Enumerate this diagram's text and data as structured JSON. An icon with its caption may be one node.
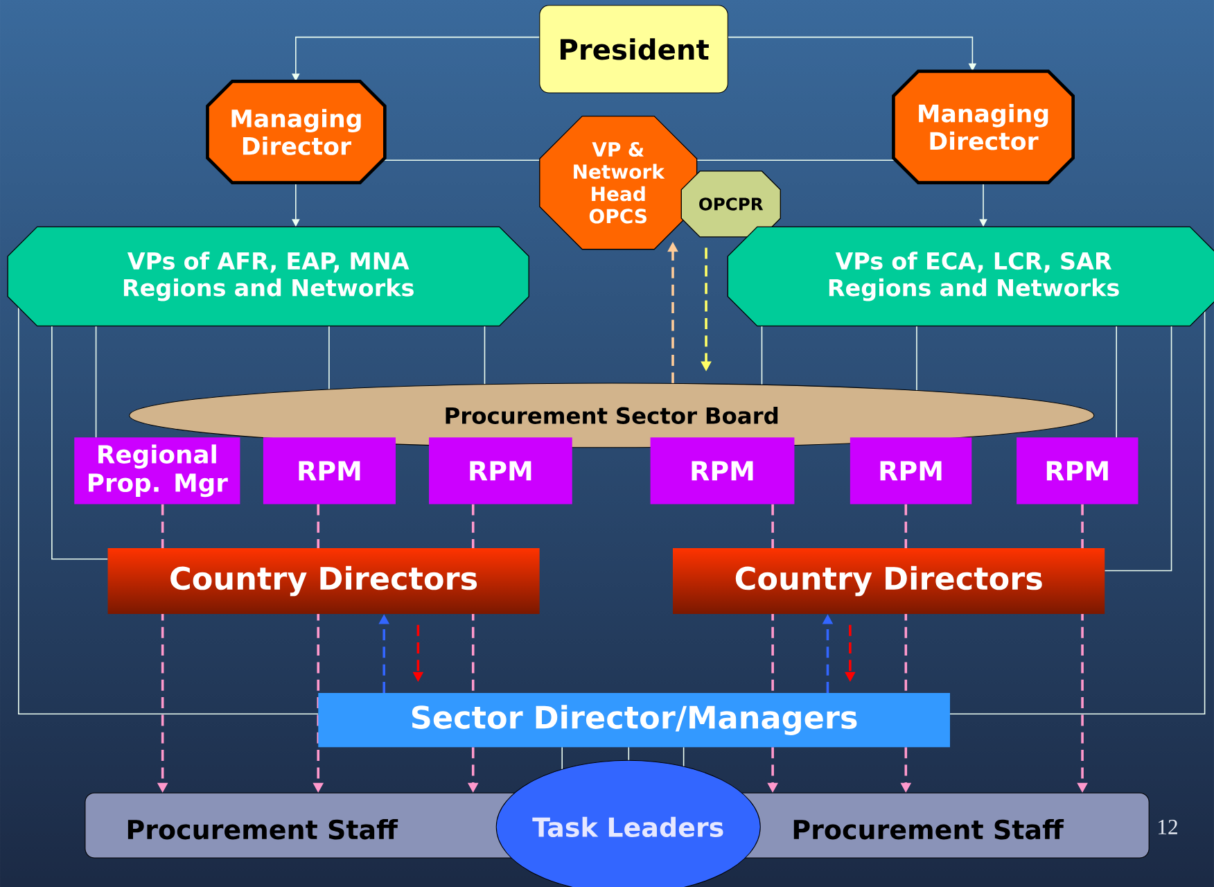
{
  "diagram": {
    "nodes": [
      {
        "text": [
          "President"
        ]
      },
      {
        "text": [
          "Managing Director"
        ]
      },
      {
        "text": [
          "Managing Director"
        ]
      },
      {
        "text": [
          "VP & Network Head OPCS"
        ]
      },
      {
        "text": [
          "OPCPR"
        ]
      },
      {
        "text": [
          "VPs of AFR, EAP, MNA Regions and Networks"
        ]
      },
      {
        "text": [
          "VPs of ECA, LCR, SAR Regions and Networks"
        ]
      },
      {
        "text": [
          "Procurement Sector Board"
        ]
      },
      {
        "text": [
          "Regional Prop. Mgr"
        ]
      },
      {
        "text": [
          "RPM"
        ]
      },
      {
        "text": [
          "RPM"
        ]
      },
      {
        "text": [
          "RPM"
        ]
      },
      {
        "text": [
          "RPM"
        ]
      },
      {
        "text": [
          "RPM"
        ]
      },
      {
        "text": [
          "Country Directors"
        ]
      },
      {
        "text": [
          "Country Directors"
        ]
      },
      {
        "text": [
          "Sector Director/Managers"
        ]
      },
      {
        "text": [
          "Procurement Staff",
          "Procurement Staff"
        ]
      },
      {
        "text": [
          "Task Leaders"
        ]
      }
    ],
    "edges": [
      {
        "from": 0,
        "to": 1,
        "arrow": "to"
      },
      {
        "from": 0,
        "to": 2,
        "arrow": "to"
      },
      {
        "from": 1,
        "to": 3,
        "arrow": "none"
      },
      {
        "from": 3,
        "to": 2,
        "arrow": "none"
      },
      {
        "from": 1,
        "to": 5,
        "arrow": "to"
      },
      {
        "from": 2,
        "to": 6,
        "arrow": "to"
      },
      {
        "from": 7,
        "to": 3,
        "arrow": "to",
        "style": "dashed",
        "color": "#ffcc99"
      },
      {
        "from": 4,
        "to": 7,
        "arrow": "to",
        "style": "dashed",
        "color": "#ffff66"
      },
      {
        "from": 5,
        "to": 8,
        "arrow": "none"
      },
      {
        "from": 5,
        "to": 7,
        "arrow": "none"
      },
      {
        "from": 5,
        "to": 7,
        "arrow": "none"
      },
      {
        "from": 5,
        "to": 14,
        "arrow": "none"
      },
      {
        "from": 5,
        "to": 16,
        "arrow": "none"
      },
      {
        "from": 6,
        "to": 7,
        "arrow": "none"
      },
      {
        "from": 6,
        "to": 7,
        "arrow": "none"
      },
      {
        "from": 6,
        "to": 13,
        "arrow": "none"
      },
      {
        "from": 6,
        "to": 15,
        "arrow": "none"
      },
      {
        "from": 6,
        "to": 16,
        "arrow": "none"
      },
      {
        "from": 8,
        "to": 17,
        "arrow": "to",
        "style": "dashed",
        "color": "#ff99cc"
      },
      {
        "from": 9,
        "to": 17,
        "arrow": "to",
        "style": "dashed",
        "color": "#ff99cc"
      },
      {
        "from": 10,
        "to": 16,
        "arrow": "none",
        "style": "dashed",
        "color": "#ff99cc"
      },
      {
        "from": 11,
        "to": 16,
        "arrow": "none",
        "style": "dashed",
        "color": "#ff99cc"
      },
      {
        "from": 12,
        "to": 16,
        "arrow": "none",
        "style": "dashed",
        "color": "#ff99cc"
      },
      {
        "from": 13,
        "to": 17,
        "arrow": "to",
        "style": "dashed",
        "color": "#ff99cc"
      },
      {
        "from": 16,
        "to": 14,
        "arrow": "to",
        "style": "dashed",
        "color": "#3366ff"
      },
      {
        "from": 14,
        "to": 16,
        "arrow": "to",
        "style": "dashed",
        "color": "#ff0000"
      },
      {
        "from": 16,
        "to": 15,
        "arrow": "to",
        "style": "dashed",
        "color": "#3366ff"
      },
      {
        "from": 15,
        "to": 16,
        "arrow": "to",
        "style": "dashed",
        "color": "#ff0000"
      },
      {
        "from": 16,
        "to": 18,
        "arrow": "none"
      },
      {
        "from": 16,
        "to": 18,
        "arrow": "none"
      },
      {
        "from": 16,
        "to": 18,
        "arrow": "none"
      },
      {
        "from": 16,
        "to": 17,
        "arrow": "to",
        "style": "dashed",
        "color": "#ff99cc"
      },
      {
        "from": 16,
        "to": 17,
        "arrow": "to",
        "style": "dashed",
        "color": "#ff99cc"
      },
      {
        "from": 16,
        "to": 17,
        "arrow": "to",
        "style": "dashed",
        "color": "#ff99cc"
      }
    ],
    "labels": [
      "12"
    ]
  }
}
